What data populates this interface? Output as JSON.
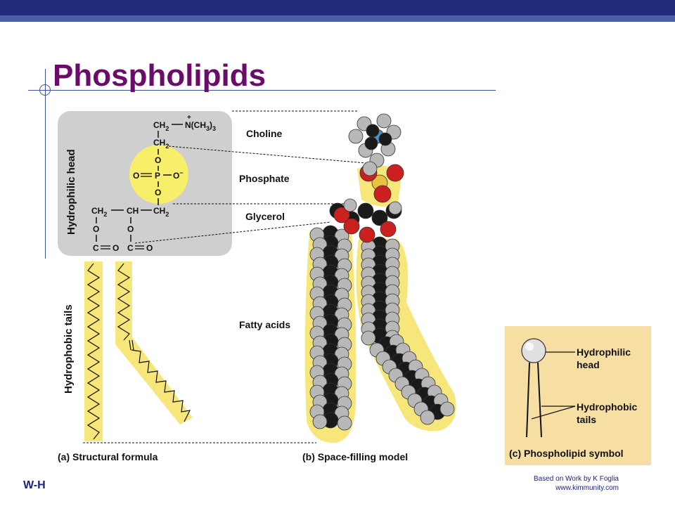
{
  "slide": {
    "title": "Phospholipids",
    "footer_left": "W-H",
    "credit_line1": "Based on Work by K Foglia",
    "credit_line2": "www.kimmunity.com"
  },
  "structural": {
    "head_label": "Hydrophilic head",
    "tails_label": "Hydrophobic tails",
    "ch2_a": "CH",
    "ch2_b": "CH",
    "n_group": "N(CH",
    "plus": "+",
    "o_top": "O",
    "o_left": "O",
    "p": "P",
    "o_minus": "O",
    "o_bottom": "O",
    "gly_ch2_left": "CH",
    "gly_ch": "CH",
    "gly_ch2_right": "CH",
    "o_ester1": "O",
    "o_ester2": "O",
    "c1": "C",
    "o_c1": "O",
    "c2": "C",
    "o_c2": "O",
    "sub2": "2",
    "sub3": "3",
    "caption": "(a) Structural formula"
  },
  "labels": {
    "choline": "Choline",
    "phosphate": "Phosphate",
    "glycerol": "Glycerol",
    "fatty_acids": "Fatty acids"
  },
  "spacefill": {
    "caption": "(b) Space-filling model"
  },
  "symbol": {
    "head_label_1": "Hydrophilic",
    "head_label_2": "head",
    "tails_label_1": "Hydrophobic",
    "tails_label_2": "tails",
    "caption": "(c) Phospholipid symbol"
  },
  "colors": {
    "title": "#6a0d6a",
    "head_panel": "#cfcfcf",
    "tail_highlight": "#f7e67a",
    "oxygen": "#cc1f1f",
    "carbon": "#1a1a1a",
    "hydrogen": "#b8b8b8",
    "nitrogen": "#4a90c8",
    "symbol_bg": "#f7dfa3"
  }
}
